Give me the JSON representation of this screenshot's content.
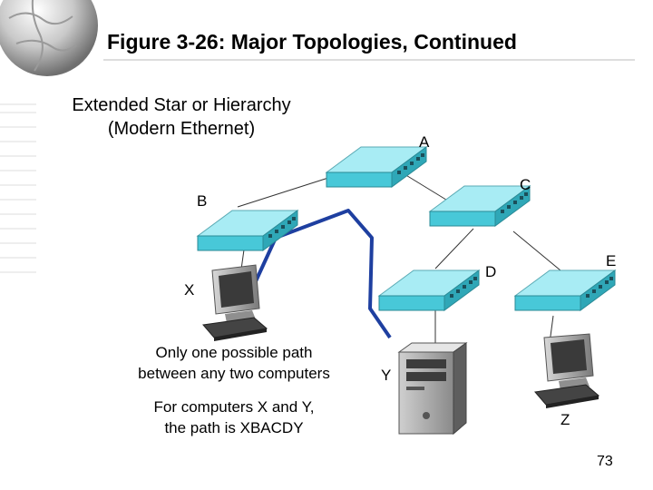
{
  "slide": {
    "title": "Figure 3-26: Major Topologies, Continued",
    "subtitle_line1": "Extended Star or Hierarchy",
    "subtitle_line2": "(Modern Ethernet)",
    "note1_line1": "Only one possible path",
    "note1_line2": "between any two computers",
    "note2_line1": "For computers X and Y,",
    "note2_line2": "the path is XBACDY",
    "page_number": "73"
  },
  "labels": {
    "A": "A",
    "B": "B",
    "C": "C",
    "D": "D",
    "E": "E",
    "X": "X",
    "Y": "Y",
    "Z": "Z"
  },
  "colors": {
    "switch_top": "#a8ecf4",
    "switch_front": "#48c8d8",
    "path_highlight": "#1e3fa0",
    "link_line": "#333333"
  }
}
